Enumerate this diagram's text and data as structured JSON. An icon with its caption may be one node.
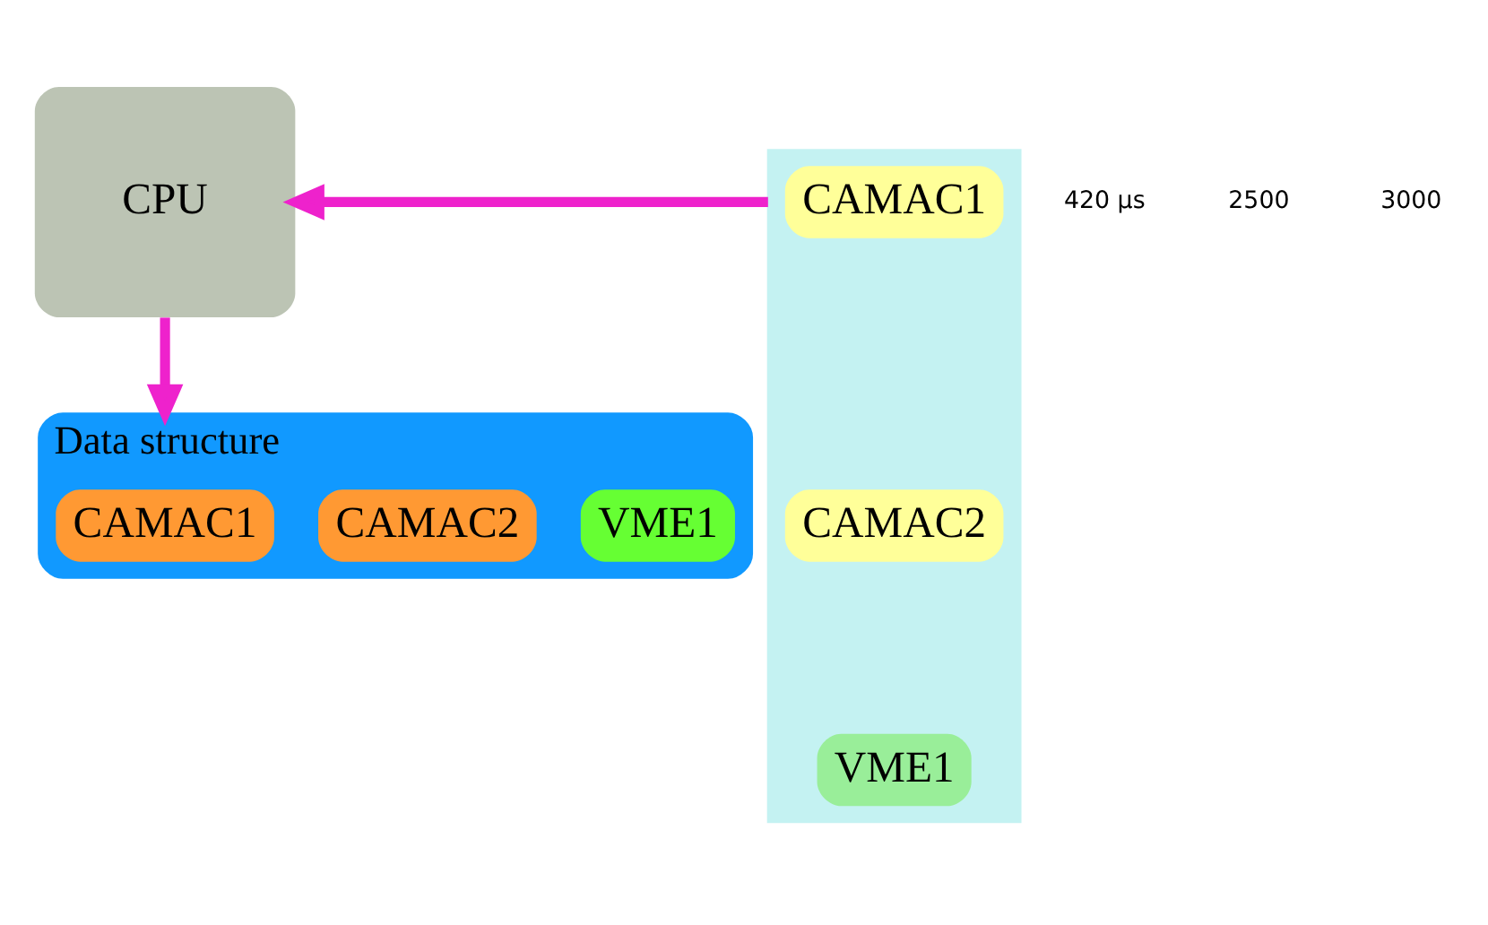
{
  "diagram": {
    "nodes": [
      {
        "text": [
          "CPU"
        ]
      },
      {
        "text": [],
        "shape": "box"
      },
      {
        "text": [
          "CAMAC1"
        ],
        "in": 1
      },
      {
        "text": [
          "CAMAC2"
        ],
        "in": 1
      },
      {
        "text": [
          "VME1"
        ],
        "in": 1
      },
      {
        "text": [
          "Data structure"
        ]
      },
      {
        "text": [
          "CAMAC1"
        ],
        "in": 5
      },
      {
        "text": [
          "CAMAC2"
        ],
        "in": 5
      },
      {
        "text": [
          "VME1"
        ],
        "in": 5
      }
    ],
    "edges": [
      {
        "from": 1,
        "to": 0,
        "arrow": "to",
        "color": "#ee22cc"
      },
      {
        "from": 0,
        "to": 5,
        "arrow": "to",
        "color": "#ee22cc"
      }
    ],
    "labels": [
      "420 μs",
      "2500",
      "3000"
    ]
  }
}
